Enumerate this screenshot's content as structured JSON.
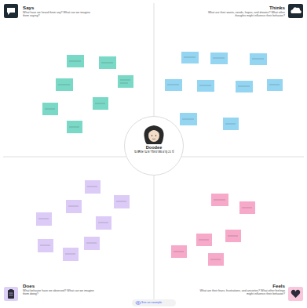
{
  "diagram": {
    "nodes": [
      {
        "text": [
          "Doodee",
          "นักศึกษามหาวิทยาลัย อายุ 21 ปี"
        ]
      }
    ],
    "labels": [
      "Says",
      "What have we heard them say? What can we imagine them saying?",
      "Thinks",
      "What are their wants, needs, hopes, and dreams? What other thoughts might influence their behavior?",
      "Does",
      "What behavior have we observed? What can we imagine them doing?",
      "Feels",
      "What are their fears, frustrations, and anxieties? What other feelings might influence their behavior?",
      "See an example"
    ]
  }
}
